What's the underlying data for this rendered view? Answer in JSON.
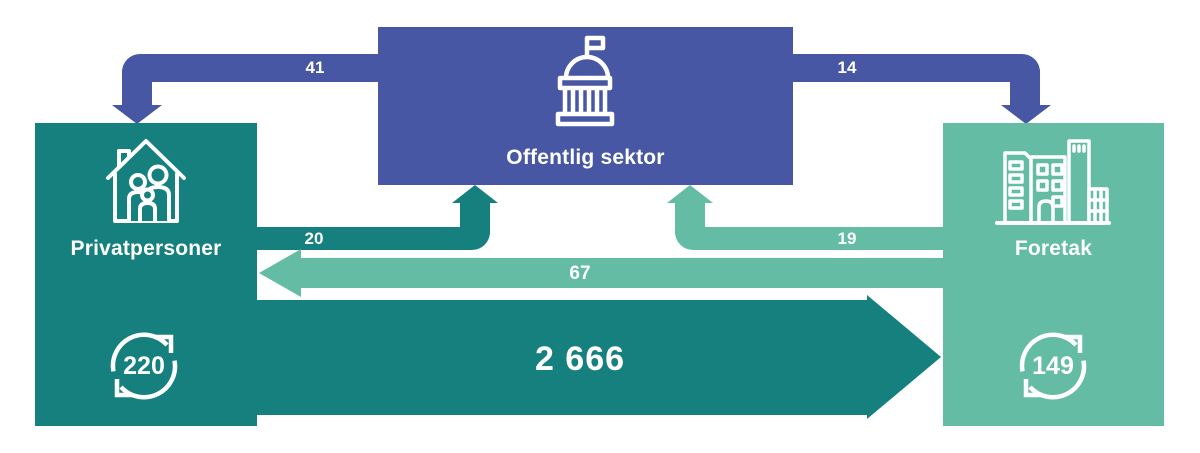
{
  "diagram_title": "",
  "colors": {
    "teal_dark": "#15807D",
    "green_light": "#64BCA4",
    "blue": "#4757A3",
    "text": "#FFFFFF",
    "background": "#FFFFFF"
  },
  "nodes": {
    "privatpersoner": {
      "label": "Privatpersoner",
      "cycle_value": "220",
      "icon": "house-family-icon"
    },
    "offentlig_sektor": {
      "label": "Offentlig sektor",
      "icon": "government-building-icon"
    },
    "foretak": {
      "label": "Foretak",
      "cycle_value": "149",
      "icon": "office-buildings-icon"
    }
  },
  "flows": {
    "offentlig_to_privatpersoner": {
      "value": "41",
      "color": "blue"
    },
    "offentlig_to_foretak": {
      "value": "14",
      "color": "blue"
    },
    "privatpersoner_to_offentlig": {
      "value": "20",
      "color": "teal_dark"
    },
    "foretak_to_offentlig": {
      "value": "19",
      "color": "green_light"
    },
    "foretak_to_privatpersoner": {
      "value": "67",
      "color": "green_light"
    },
    "privatpersoner_to_foretak": {
      "value": "2 666",
      "color": "teal_dark"
    }
  }
}
